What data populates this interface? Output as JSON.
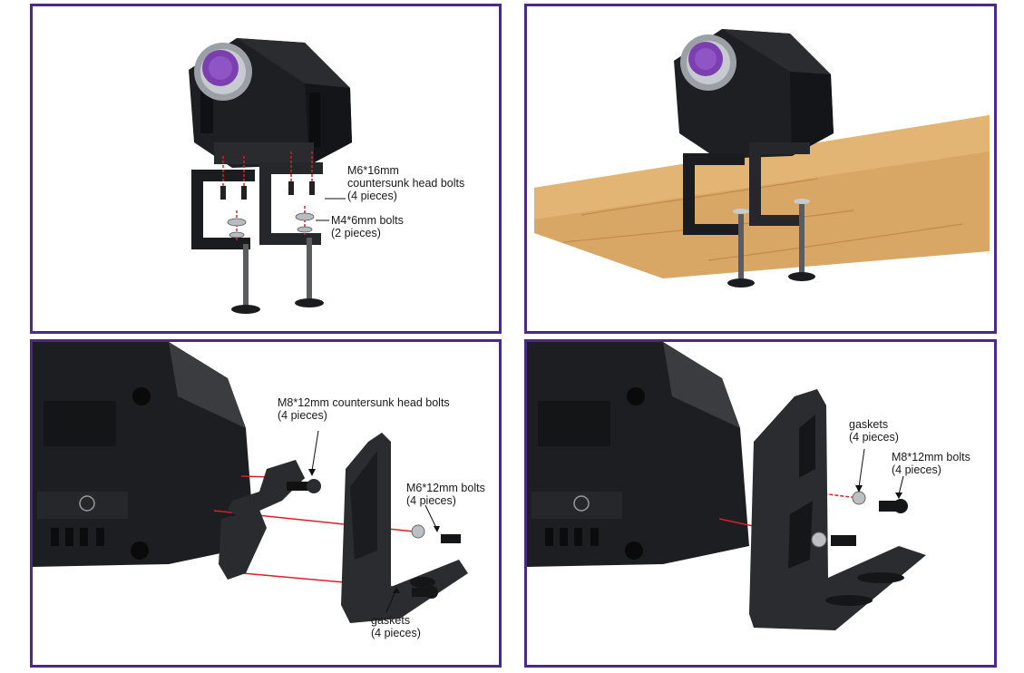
{
  "panels": {
    "clamp_mount": {
      "labels": {
        "countersunk_bolts": {
          "line1": "M6*16mm",
          "line2": "countersunk head bolts",
          "line3": "(4 pieces)"
        },
        "m4_bolts": {
          "line1": "M4*6mm bolts",
          "line2": "(2 pieces)"
        }
      }
    },
    "table_mount": {},
    "bracket_exploded": {
      "labels": {
        "m8_bolts": {
          "line1": "M8*12mm countersunk head bolts",
          "line2": "(4 pieces)"
        },
        "m6_bolts": {
          "line1": "M6*12mm bolts",
          "line2": "(4 pieces)"
        },
        "gaskets": {
          "line1": "gaskets",
          "line2": "(4 pieces)"
        }
      }
    },
    "bracket_side": {
      "labels": {
        "gaskets": {
          "line1": "gaskets",
          "line2": "(4 pieces)"
        },
        "m8_bolts": {
          "line1": "M8*12mm bolts",
          "line2": "(4 pieces)"
        }
      }
    }
  },
  "colors": {
    "frame": "#4b2a86",
    "accent_purple": "#7b3fb0",
    "guide_line": "#d8202a",
    "wood": "#d9a765"
  }
}
